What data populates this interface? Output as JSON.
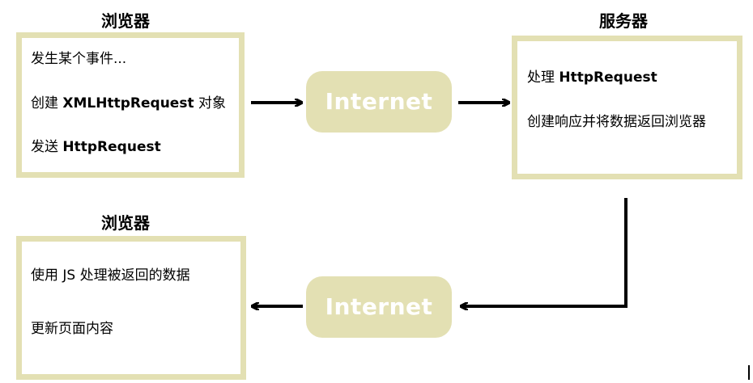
{
  "top_browser": {
    "title": "浏览器",
    "lines": [
      {
        "pre": "发生某个事件...",
        "bold": "",
        "post": ""
      },
      {
        "pre": "创建 ",
        "bold": "XMLHttpRequest",
        "post": " 对象"
      },
      {
        "pre": "发送 ",
        "bold": "HttpRequest",
        "post": ""
      }
    ]
  },
  "server": {
    "title": "服务器",
    "lines": [
      {
        "pre": "处理 ",
        "bold": "HttpRequest",
        "post": ""
      },
      {
        "pre": "创建响应并将数据返回浏览器",
        "bold": "",
        "post": ""
      }
    ]
  },
  "bottom_browser": {
    "title": "浏览器",
    "lines": [
      {
        "pre": "使用 JS 处理被返回的数据",
        "bold": "",
        "post": ""
      },
      {
        "pre": "更新页面内容",
        "bold": "",
        "post": ""
      }
    ]
  },
  "internet_top": "Internet",
  "internet_bottom": "Internet",
  "colors": {
    "box_border": "#e3e0b3",
    "pill_fill": "#e3e0b3",
    "pill_text": "#ffffff",
    "arrow": "#000000"
  }
}
